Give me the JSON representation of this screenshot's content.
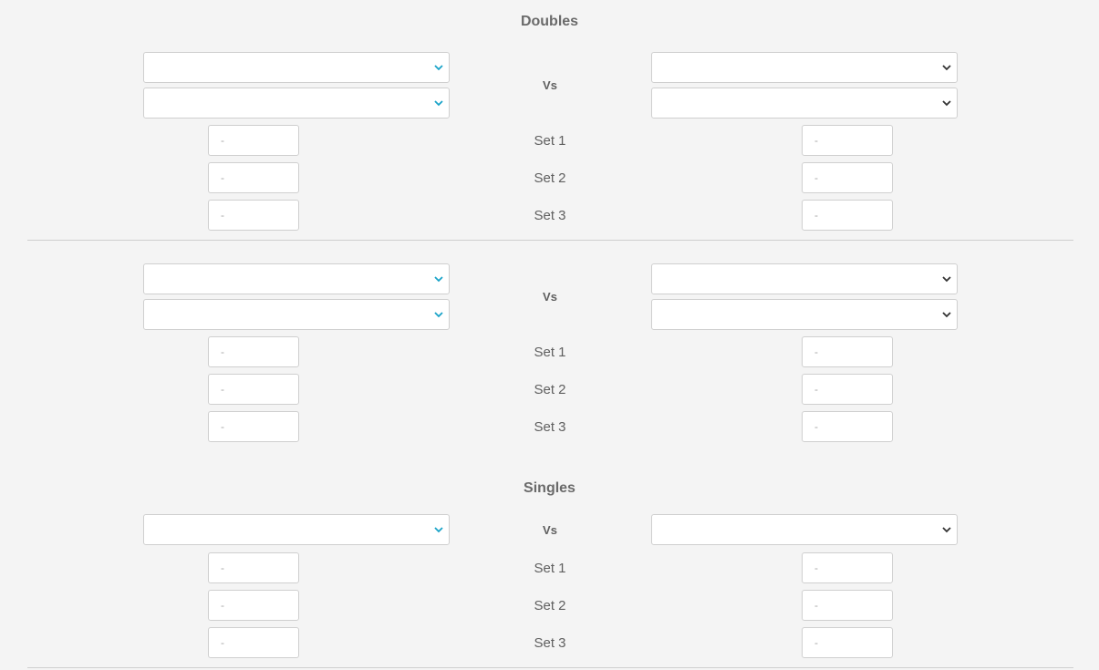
{
  "sections": {
    "doubles_title": "Doubles",
    "singles_title": "Singles"
  },
  "match": {
    "vs_label": "Vs",
    "set1_label": "Set 1",
    "set2_label": "Set 2",
    "set3_label": "Set 3",
    "score_placeholder": "-"
  },
  "colors": {
    "accent_chevron": "#1aa3c8",
    "dark_chevron": "#333333"
  },
  "icons": {
    "left_select": "chevron-down-icon",
    "right_select": "chevron-down-icon"
  }
}
